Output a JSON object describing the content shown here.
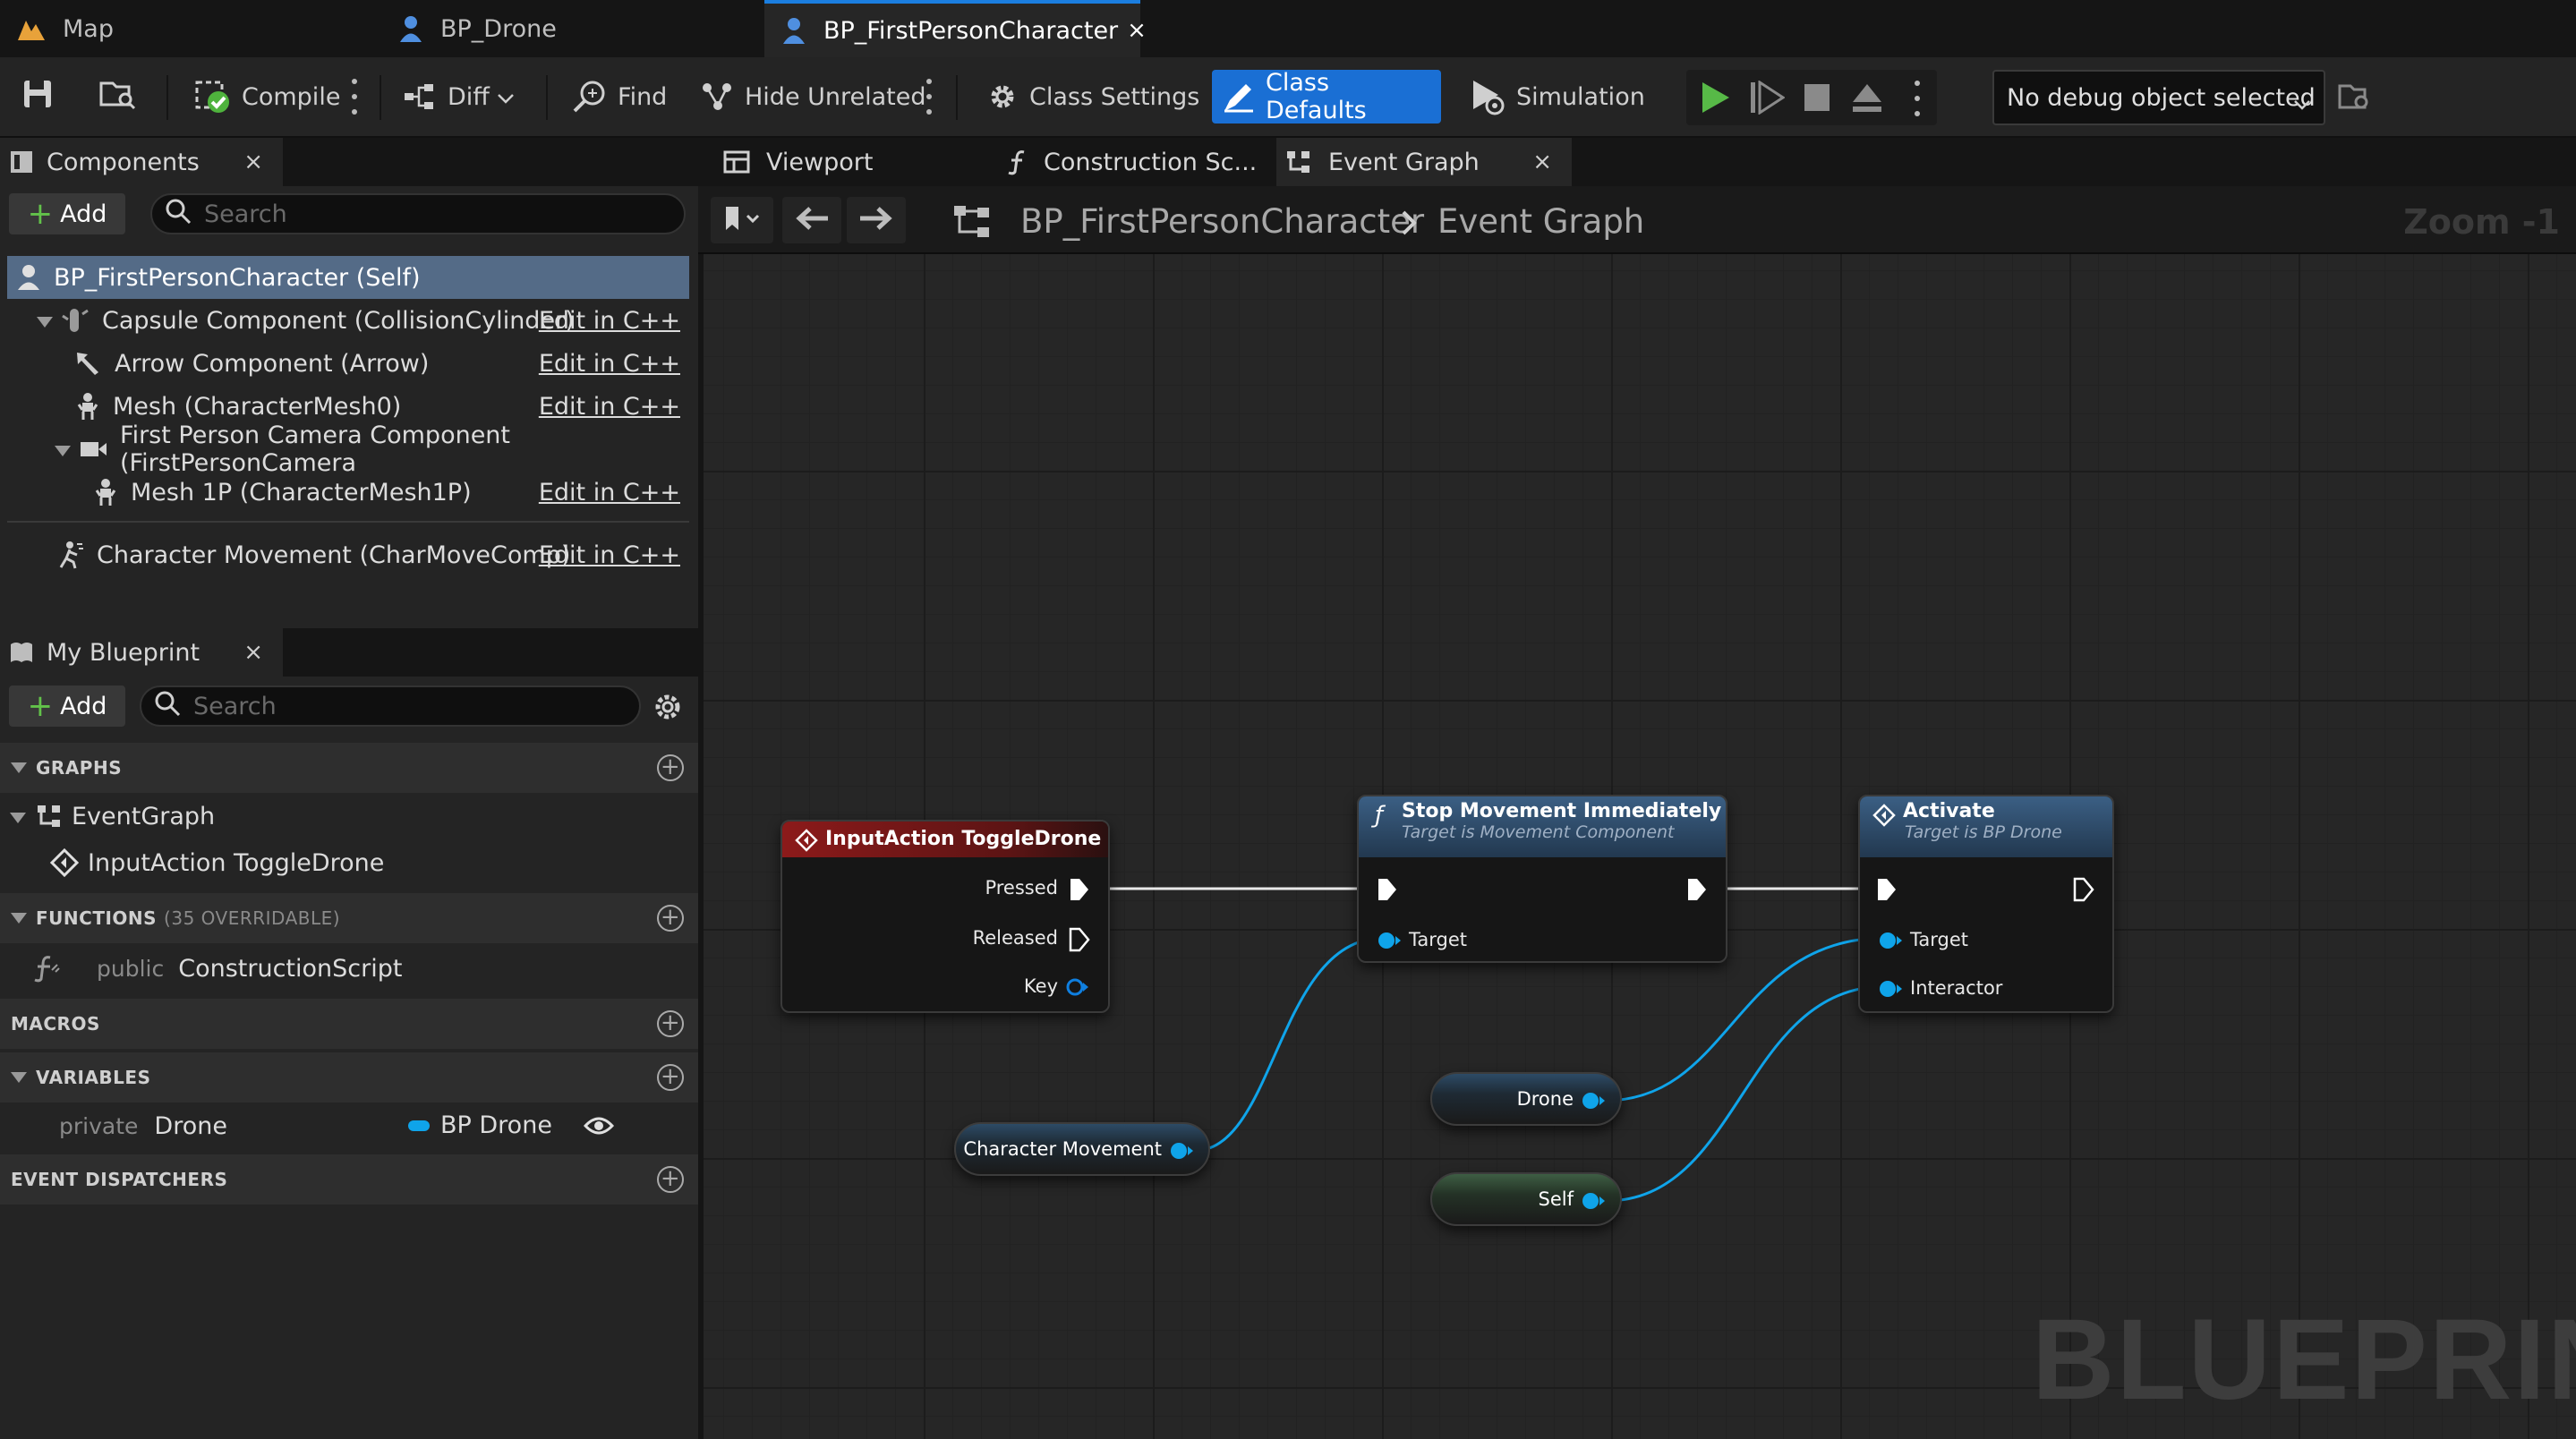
{
  "doc_tabs": [
    {
      "label": "Map",
      "icon": "map-icon"
    },
    {
      "label": "BP_Drone",
      "icon": "pawn-icon"
    },
    {
      "label": "BP_FirstPersonCharacter",
      "icon": "pawn-icon",
      "close": "×"
    }
  ],
  "toolbar": {
    "compile": "Compile",
    "diff": "Diff",
    "find": "Find",
    "hide_unrelated": "Hide Unrelated",
    "class_settings": "Class Settings",
    "class_defaults": "Class Defaults",
    "simulation": "Simulation",
    "debug_object": "No debug object selected"
  },
  "components_panel": {
    "title": "Components",
    "close": "×",
    "add": "Add",
    "search_placeholder": "Search",
    "items": [
      {
        "label": "BP_FirstPersonCharacter (Self)"
      },
      {
        "label": "Capsule Component (CollisionCylinder)",
        "edit": "Edit in C++"
      },
      {
        "label": "Arrow Component (Arrow)",
        "edit": "Edit in C++"
      },
      {
        "label": "Mesh (CharacterMesh0)",
        "edit": "Edit in C++"
      },
      {
        "label": "First Person Camera Component (FirstPersonCamera"
      },
      {
        "label": "Mesh 1P (CharacterMesh1P)",
        "edit": "Edit in C++"
      },
      {
        "label": "Character Movement (CharMoveComp)",
        "edit": "Edit in C++"
      }
    ]
  },
  "my_blueprint": {
    "title": "My Blueprint",
    "close": "×",
    "add": "Add",
    "search_placeholder": "Search",
    "graphs_header": "GRAPHS",
    "event_graph": "EventGraph",
    "input_action": "InputAction ToggleDrone",
    "functions_header": "FUNCTIONS",
    "functions_overridable": "(35 OVERRIDABLE)",
    "function_access": "public",
    "function_name": "ConstructionScript",
    "macros_header": "MACROS",
    "variables_header": "VARIABLES",
    "variable_access": "private",
    "variable_name": "Drone",
    "variable_type": "BP Drone",
    "dispatchers_header": "EVENT DISPATCHERS"
  },
  "graph_tabs": [
    {
      "label": "Viewport"
    },
    {
      "label": "Construction Sc..."
    },
    {
      "label": "Event Graph",
      "close": "×"
    }
  ],
  "breadcrumb": {
    "root": "BP_FirstPersonCharacter",
    "current": "Event Graph",
    "zoom": "Zoom -1"
  },
  "nodes": {
    "input_action": {
      "title": "InputAction ToggleDrone",
      "pins": [
        "Pressed",
        "Released",
        "Key"
      ],
      "color": "#8c1a1a"
    },
    "stop_movement": {
      "title": "Stop Movement Immediately",
      "subtitle": "Target is Movement Component",
      "pins": [
        "Target"
      ],
      "color": "#2d4e6e"
    },
    "activate": {
      "title": "Activate",
      "subtitle": "Target is BP Drone",
      "pins": [
        "Target",
        "Interactor"
      ],
      "color": "#2d4e6e"
    },
    "character_movement": {
      "label": "Character Movement"
    },
    "drone": {
      "label": "Drone"
    },
    "self": {
      "label": "Self"
    }
  },
  "watermark": "BLUEPRINT",
  "colors": {
    "accent": "#1a6fd4",
    "object_pin": "#0fa4ea",
    "selection": "#546b87"
  }
}
